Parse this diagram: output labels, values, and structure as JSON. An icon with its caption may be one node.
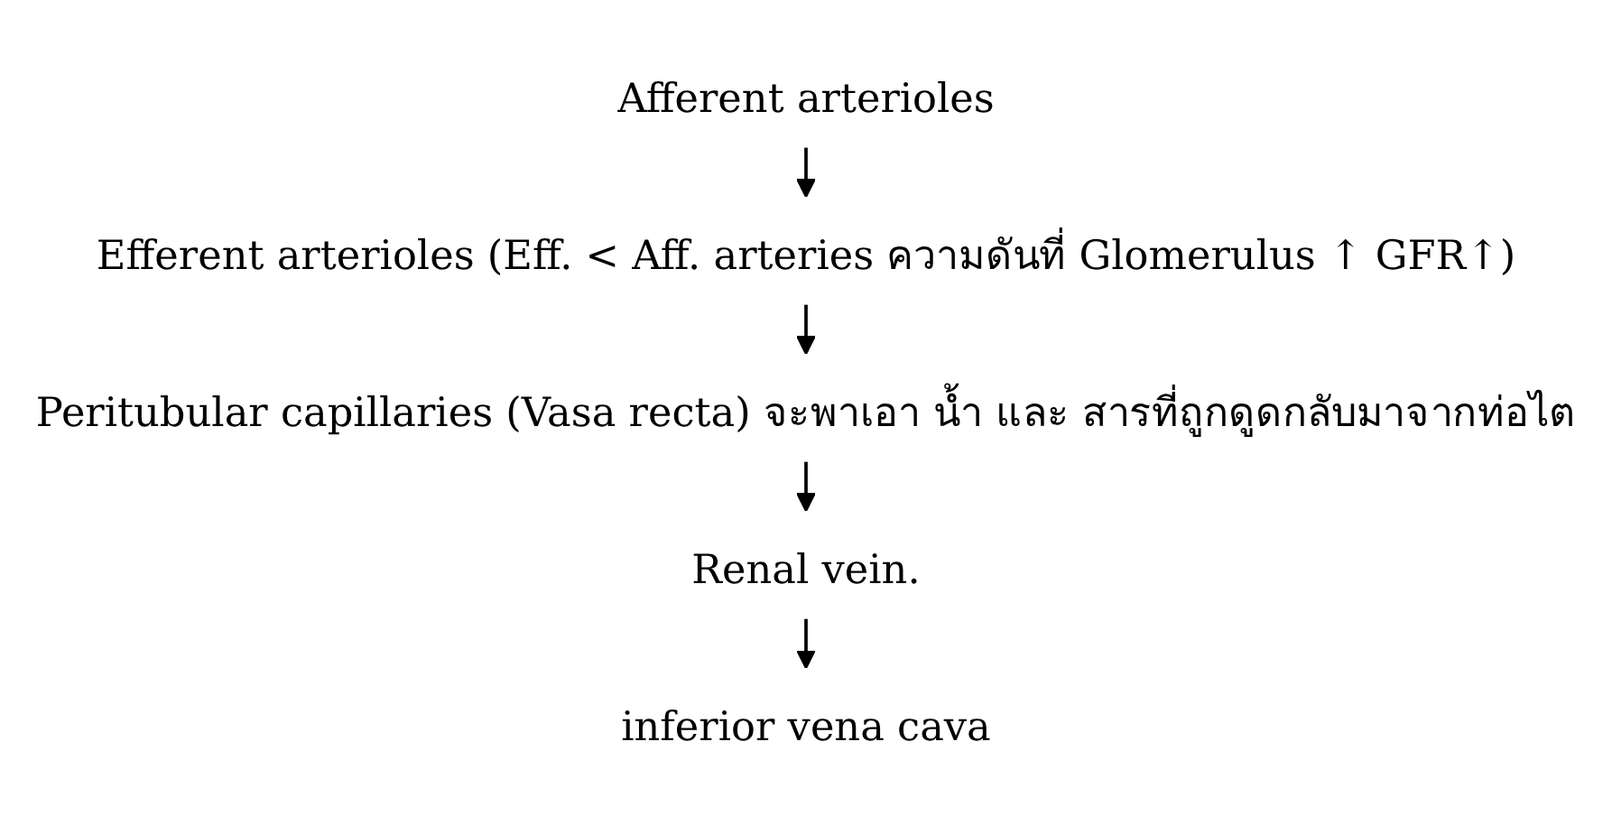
{
  "diagram": {
    "nodes": [
      {
        "text": [
          "Afferent arterioles"
        ]
      },
      {
        "text": [
          "Efferent arterioles (Eff. < Aff. arteries ความดันที่ Glomerulus ↑ GFR↑)"
        ]
      },
      {
        "text": [
          "Peritubular capillaries (Vasa recta) จะพาเอา น้ำ และ สารที่ถูกดูดกลับมาจากท่อไต"
        ]
      },
      {
        "text": [
          "Renal vein."
        ]
      },
      {
        "text": [
          "inferior vena cava"
        ]
      }
    ],
    "edges": [
      {
        "from": 0,
        "to": 1,
        "arrow": "to"
      },
      {
        "from": 1,
        "to": 2,
        "arrow": "to"
      },
      {
        "from": 2,
        "to": 3,
        "arrow": "to"
      },
      {
        "from": 3,
        "to": 4,
        "arrow": "to"
      }
    ]
  }
}
